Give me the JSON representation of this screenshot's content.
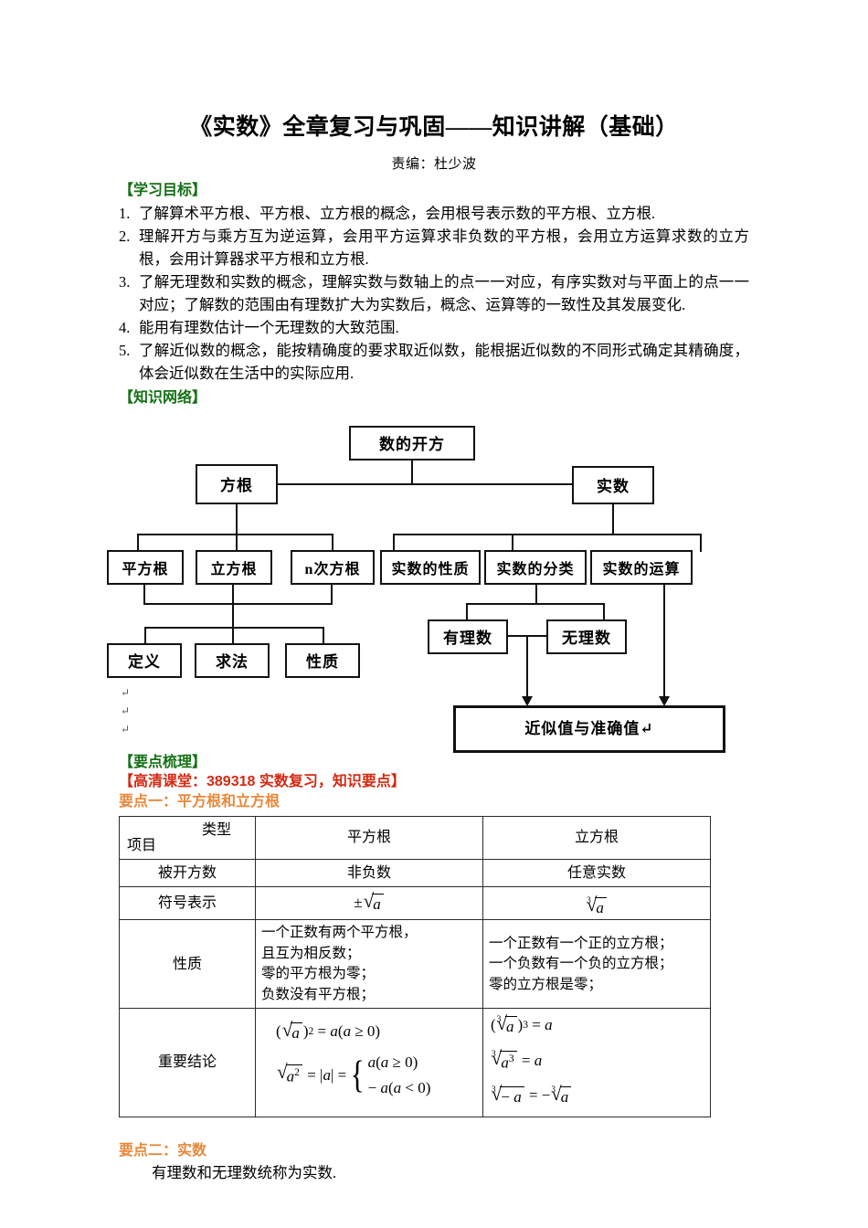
{
  "document": {
    "title": "《实数》全章复习与巩固——知识讲解（基础）",
    "byline": "责编：杜少波"
  },
  "objectives": {
    "heading": "【学习目标】",
    "items": [
      {
        "num": "1.",
        "text": "了解算术平方根、平方根、立方根的概念，会用根号表示数的平方根、立方根."
      },
      {
        "num": "2.",
        "text": "理解开方与乘方互为逆运算，会用平方运算求非负数的平方根，会用立方运算求数的立方根，会用计算器求平方根和立方根."
      },
      {
        "num": "3.",
        "text": "了解无理数和实数的概念，理解实数与数轴上的点一一对应，有序实数对与平面上的点一一对应；了解数的范围由有理数扩大为实数后，概念、运算等的一致性及其发展变化."
      },
      {
        "num": "4.",
        "text": "能用有理数估计一个无理数的大致范围."
      },
      {
        "num": "5.",
        "text": "了解近似数的概念，能按精确度的要求取近似数，能根据近似数的不同形式确定其精确度，体会近似数在生活中的实际应用."
      }
    ]
  },
  "network": {
    "heading": "【知识网络】",
    "nodes": {
      "root": "数的开方",
      "fanggen": "方根",
      "shishu": "实数",
      "pingfanggen": "平方根",
      "lifanggen": "立方根",
      "ncifanggen": "n次方根",
      "shishu_xingzhi": "实数的性质",
      "shishu_fenlei": "实数的分类",
      "shishu_yunsuan": "实数的运算",
      "dingyi": "定义",
      "qiufa": "求法",
      "xingzhi": "性质",
      "youlishu": "有理数",
      "wulishu": "无理数",
      "jinsizhi": "近似值与准确值↵"
    },
    "pilcrow": "↵"
  },
  "key_points": {
    "heading_green": "【要点梳理】",
    "heading_red": "【高清课堂：389318  实数复习，知识要点】",
    "point_one": "要点一：平方根和立方根",
    "point_two": "要点二：实数",
    "point_two_body": "有理数和无理数统称为实数."
  },
  "table": {
    "corner_type": "类型",
    "corner_item": "项目",
    "headers": [
      "平方根",
      "立方根"
    ],
    "rows": [
      {
        "label": "被开方数",
        "square": "非负数",
        "cube": "任意实数"
      },
      {
        "label": "符号表示",
        "square_math": "±√a",
        "cube_math": "³√a"
      },
      {
        "label": "性质",
        "square_lines": [
          "一个正数有两个平方根，",
          "且互为相反数；",
          "零的平方根为零；",
          "负数没有平方根；"
        ],
        "cube_lines": [
          "一个正数有一个正的立方根；",
          "一个负数有一个负的立方根；",
          "零的立方根是零；"
        ]
      },
      {
        "label": "重要结论",
        "square_formulas": [
          "(√a)² = a(a ≥ 0)",
          "√(a²) = |a| = { a(a ≥ 0), −a(a < 0) }"
        ],
        "cube_formulas": [
          "(³√a)³ = a",
          "³√(a³) = a",
          "³√(−a) = −³√a"
        ]
      }
    ]
  }
}
